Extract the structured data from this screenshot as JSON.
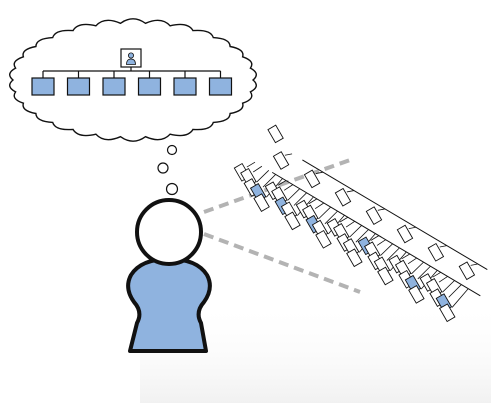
{
  "colors": {
    "accent_fill": "#8fb3df",
    "outline": "#111111",
    "dashed_link": "#b3b3b3",
    "white": "#ffffff"
  },
  "thought_bubble": {
    "avatar_icon": "person-icon",
    "box_count": 6
  },
  "thinking_dots": 3,
  "person_icon": "person-figure-icon",
  "hierarchy": {
    "ranks": 7,
    "highlighted_positions": [
      3,
      7,
      12,
      20,
      28,
      33
    ]
  }
}
